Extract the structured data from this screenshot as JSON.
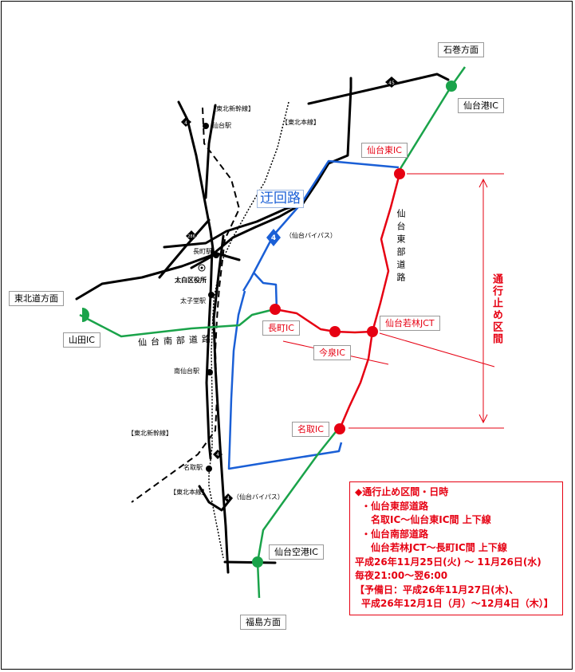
{
  "directions": {
    "ishinomaki": "石巻方面",
    "tohoku_exp": "東北道方面",
    "fukushima": "福島方面"
  },
  "interchanges": {
    "sendai_port_ic": "仙台港IC",
    "sendai_east_ic": "仙台東IC",
    "nagamachi_ic": "長町IC",
    "imaizumi_ic": "今泉IC",
    "wakabayashi_jct": "仙台若林JCT",
    "natori_ic": "名取IC",
    "airport_ic": "仙台空港IC",
    "yamada_ic": "山田IC"
  },
  "rail_labels": {
    "shinkansen_top": "【東北新幹線】",
    "honsen_top": "【東北本線】",
    "shinkansen_bottom": "【東北新幹線】",
    "honsen_bottom": "【東北本線】"
  },
  "stations": {
    "sendai": "仙台駅",
    "nagamachi": "長町駅",
    "taihaku_office": "太白区役所",
    "taishido": "太子堂駅",
    "minami_sendai": "南仙台駅",
    "natori": "名取駅"
  },
  "routes": {
    "route4": "4",
    "route45": "45",
    "route286": "286",
    "bypass_upper": "（仙台バイパス）",
    "bypass_lower": "（仙台バイパス）",
    "east_road": "仙台東部道路",
    "south_road": "仙台南部道路"
  },
  "detour_label": "迂回路",
  "closed_section_label": "通行止め区間",
  "info": {
    "heading": "◆通行止め区間・日時",
    "item1": "・仙台東部道路",
    "item1_detail": "名取IC～仙台東IC間 上下線",
    "item2": "・仙台南部道路",
    "item2_detail": "仙台若林JCT～長町IC間 上下線",
    "dates": "平成26年11月25日(火) ～ 11月26日(水)",
    "time": "毎夜21:00～翌6:00",
    "reserve1": "【予備日：平成26年11月27日(木)、",
    "reserve2": "平成26年12月1日（月）～12月4日（木）】"
  },
  "colors": {
    "closed": "#e60012",
    "detour": "#1a5fd6",
    "expressway": "#1aa34a",
    "road": "#000000"
  }
}
